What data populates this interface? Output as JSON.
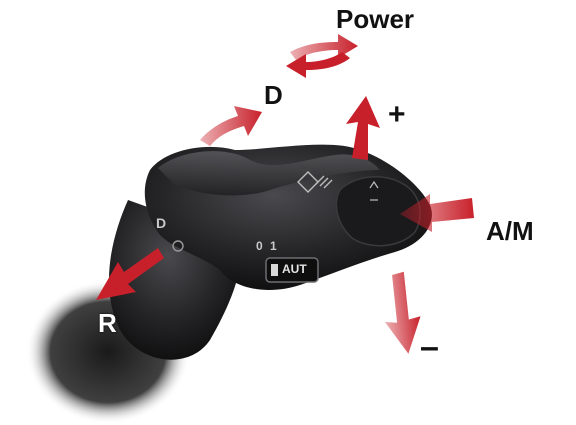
{
  "labels": {
    "power": "Power",
    "d": "D",
    "plus": "+",
    "am": "A/M",
    "r": "R",
    "minus": "–"
  },
  "device_marks": {
    "side_d": "D",
    "switch_0": "0",
    "switch_1": "1",
    "aut_button": "AUT"
  },
  "colors": {
    "arrow": "#c8202a",
    "label": "#111111",
    "device": "#1b1b1d"
  },
  "icons": {
    "rocker": "lever-rocker-icon",
    "aut": "aut-toggle-icon"
  }
}
